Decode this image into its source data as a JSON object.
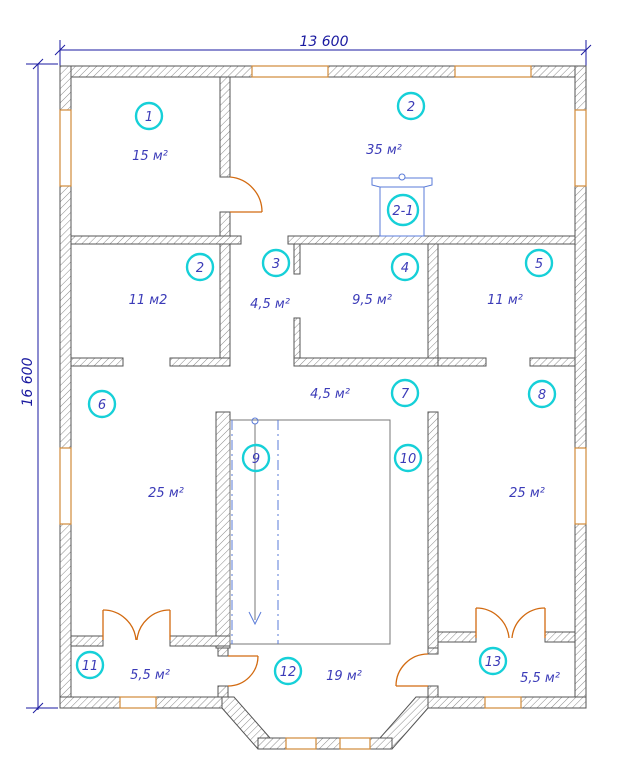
{
  "dimensions": {
    "width": "13 600",
    "height": "16 600"
  },
  "rooms": [
    {
      "id": "room-1",
      "number": "1",
      "area": "15 м²"
    },
    {
      "id": "room-2-top",
      "number": "2",
      "area": "35 м²"
    },
    {
      "id": "room-2-1",
      "number": "2-1",
      "area": ""
    },
    {
      "id": "room-2-left",
      "number": "2",
      "area": "11 м2"
    },
    {
      "id": "room-3",
      "number": "3",
      "area": "4,5 м²"
    },
    {
      "id": "room-4",
      "number": "4",
      "area": "9,5 м²"
    },
    {
      "id": "room-5",
      "number": "5",
      "area": "11 м²"
    },
    {
      "id": "room-6",
      "number": "6",
      "area": "25 м²"
    },
    {
      "id": "room-7",
      "number": "7",
      "area": "4,5 м²"
    },
    {
      "id": "room-8",
      "number": "8",
      "area": "25 м²"
    },
    {
      "id": "room-9",
      "number": "9",
      "area": ""
    },
    {
      "id": "room-10",
      "number": "10",
      "area": ""
    },
    {
      "id": "room-11",
      "number": "11",
      "area": "5,5 м²"
    },
    {
      "id": "room-12",
      "number": "12",
      "area": "19 м²"
    },
    {
      "id": "room-13",
      "number": "13",
      "area": "5,5 м²"
    }
  ]
}
